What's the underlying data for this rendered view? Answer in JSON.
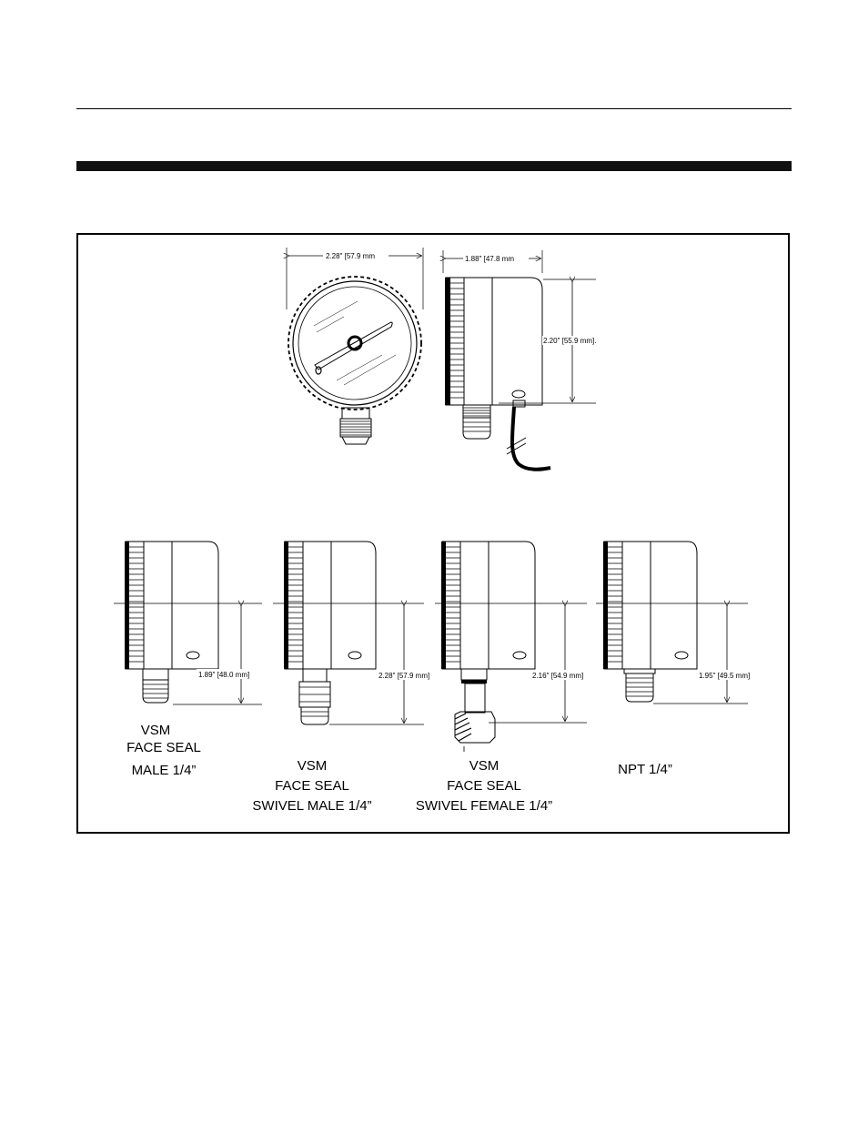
{
  "figure": {
    "top_views": {
      "front_width_label": "2.28\" [57.9 mm",
      "side_depth_label": "1.88\" [47.8 mm",
      "side_height_label": "2.20\" [55.9 mm]."
    },
    "variants": [
      {
        "dim_label": "1.89\" [48.0 mm]",
        "caption": [
          "VSM",
          "FACE SEAL",
          "MALE 1/4”"
        ]
      },
      {
        "dim_label": "2.28\" [57.9 mm]",
        "caption": [
          "VSM",
          "FACE SEAL",
          "SWIVEL MALE 1/4”"
        ]
      },
      {
        "dim_label": "2.16\" [54.9 mm]",
        "caption": [
          "VSM",
          "FACE SEAL",
          "SWIVEL FEMALE 1/4”"
        ]
      },
      {
        "dim_label": "1.95\" [49.5 mm]",
        "caption": [
          "NPT 1/4”"
        ]
      }
    ]
  }
}
